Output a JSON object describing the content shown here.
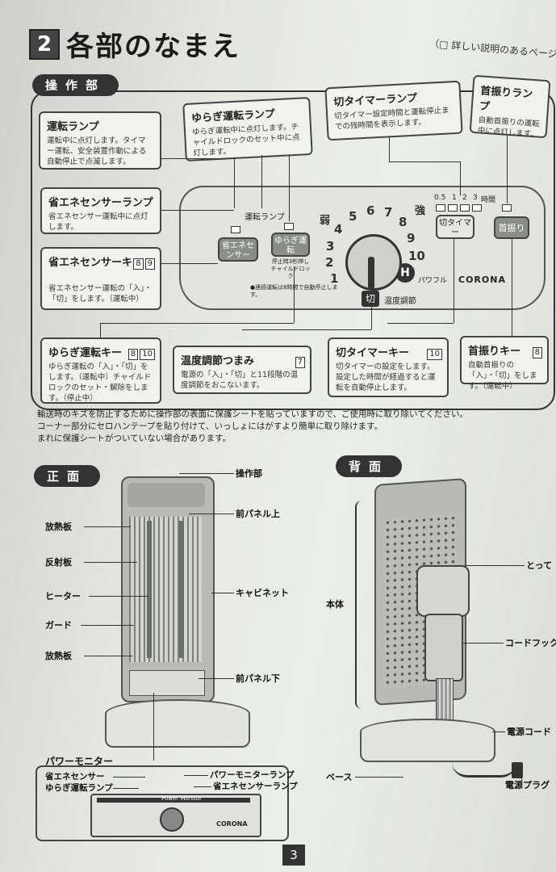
{
  "header": {
    "section_number": "2",
    "title": "各部のなまえ",
    "ref_note": "（□ 詳しい説明のあるページ）"
  },
  "operation": {
    "label": "操作部",
    "callouts": {
      "unten_lamp": {
        "title": "運転ランプ",
        "desc": "運転中に点灯します。タイマー運転、安全装置作動による自動停止で点滅します。"
      },
      "yuragi_lamp": {
        "title": "ゆらぎ運転ランプ",
        "desc": "ゆらぎ運転中に点灯します。チャイルドロックのセット中に点灯します。"
      },
      "off_timer_lamp": {
        "title": "切タイマーランプ",
        "desc": "切タイマー設定時間と運転停止までの残時間を表示します。"
      },
      "swing_lamp": {
        "title": "首振りランプ",
        "desc": "自動首振りの運転中に点灯します。"
      },
      "eco_sensor_lamp": {
        "title": "省エネセンサーランプ",
        "desc": "省エネセンサー運転中に点灯します。"
      },
      "eco_sensor_key": {
        "title": "省エネセンサーキー",
        "pages": [
          "8",
          "9"
        ],
        "desc": "省エネセンサー運転の「入」・「切」をします。（運転中）"
      },
      "yuragi_key": {
        "title": "ゆらぎ運転キー",
        "pages": [
          "8",
          "10"
        ],
        "desc": "ゆらぎ運転の「入」・「切」をします。（運転中）チャイルドロックのセット・解除をします。（停止中）"
      },
      "temp_knob": {
        "title": "温度調節つまみ",
        "pages": [
          "7"
        ],
        "desc": "電源の「入」・「切」と11段階の温度調節をおこないます。"
      },
      "off_timer_key": {
        "title": "切タイマーキー",
        "pages": [
          "10"
        ],
        "desc": "切タイマーの設定をします。設定した時間が経過すると運転を自動停止します。"
      },
      "swing_key": {
        "title": "首振りキー",
        "pages": [
          "8"
        ],
        "desc": "自動首振りの「入」・「切」をします。（運転中）"
      }
    },
    "panel": {
      "unten_lamp_label": "運転ランプ",
      "eco_button": "省エネセンサー",
      "yuragi_button": "ゆらぎ運転",
      "yuragi_sub": "停止時3秒押しチャイルドロック",
      "auto_stop_note": "●連続運転は8時間で自動停止します。",
      "weak": "弱",
      "strong": "強",
      "dial_numbers": [
        "1",
        "2",
        "3",
        "4",
        "5",
        "6",
        "7",
        "8",
        "9",
        "10"
      ],
      "high": "H",
      "powerful": "パワフル",
      "off_char": "切",
      "temp_label": "温度調節",
      "timer_scale": [
        "0.5",
        "1",
        "2",
        "3",
        "時間"
      ],
      "off_timer_button": "切タイマー",
      "swing_button": "首振り",
      "brand": "CORONA"
    },
    "notes": [
      "輸送時のキズを防止するために操作部の表面に保護シートを貼っていますので、ご使用時に取り除いてください。",
      "コーナー部分にセロハンテープを貼り付けて、いっしょにはがすより簡単に取り除けます。",
      "まれに保護シートがついていない場合があります。"
    ]
  },
  "front": {
    "label": "正面",
    "left_labels": [
      "放熱板",
      "反射板",
      "ヒーター",
      "ガード",
      "放熱板"
    ],
    "right_labels": [
      "操作部",
      "前パネル上",
      "キャビネット",
      "前パネル下"
    ],
    "power_monitor": "パワーモニター",
    "monitor_labels_left": [
      "省エネセンサー",
      "ゆらぎ運転ランプ"
    ],
    "monitor_labels_right": [
      "パワーモニターランプ",
      "省エネセンサーランプ"
    ],
    "monitor_text": "Power Monitor",
    "monitor_brand": "CORONA"
  },
  "back": {
    "label": "背面",
    "labels": [
      "本体",
      "とって",
      "コードフック",
      "電源コード",
      "ベース",
      "電源プラグ"
    ]
  },
  "footer": {
    "page": "3"
  }
}
